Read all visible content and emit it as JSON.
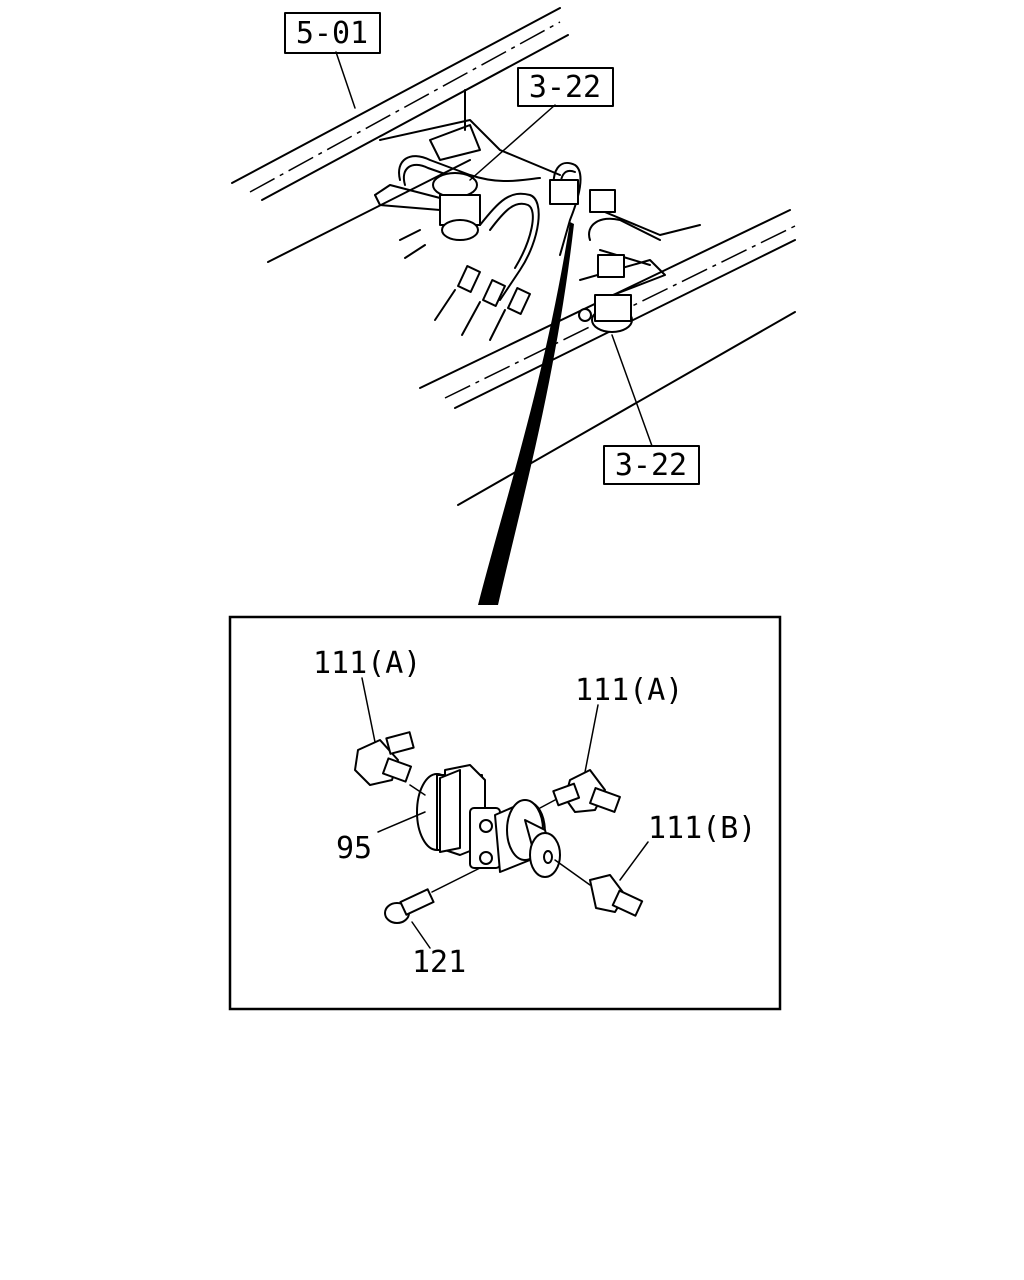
{
  "references": {
    "frame": "5-01",
    "upper_pipe": "3-22",
    "lower_valve": "3-22"
  },
  "callouts": {
    "connector_a_left": "111(A)",
    "connector_a_right": "111(A)",
    "connector_b": "111(B)",
    "valve": "95",
    "bolt": "121"
  }
}
